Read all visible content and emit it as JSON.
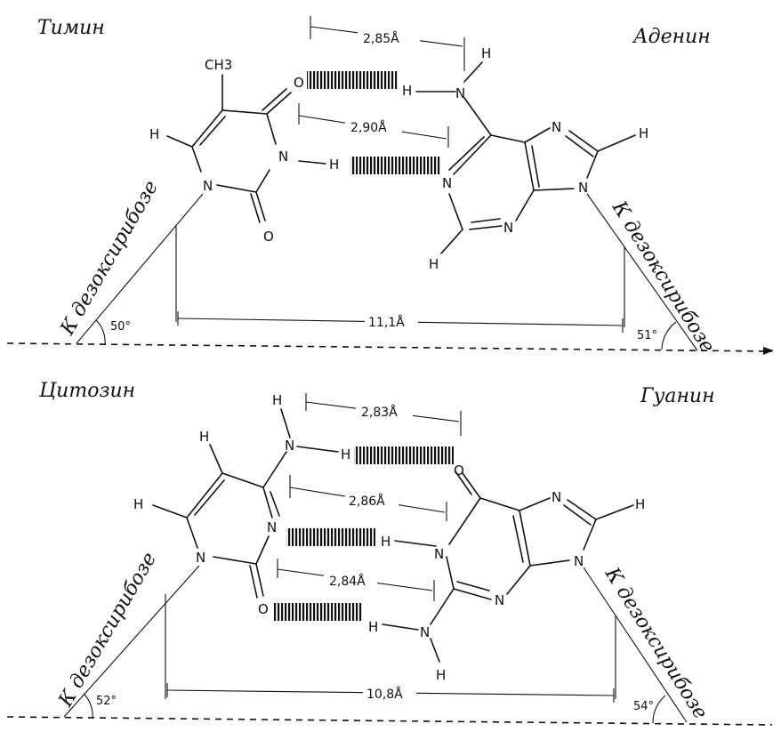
{
  "top_pair": {
    "left_base": "Тимин",
    "right_base": "Аденин",
    "left_sugar": "К дезоксирибозе",
    "right_sugar": "К дезоксирибозе",
    "dist_1": "2,85Å",
    "dist_2": "2,90Å",
    "width": "11,1Å",
    "angle_left": "50°",
    "angle_right": "51°",
    "atoms": {
      "ch3": "CH3",
      "o": "O",
      "h": "H",
      "n": "N"
    }
  },
  "bottom_pair": {
    "left_base": "Цитозин",
    "right_base": "Гуанин",
    "left_sugar": "К дезоксирибозе",
    "right_sugar": "К дезоксирибозе",
    "dist_1": "2,83Å",
    "dist_2": "2,86Å",
    "dist_3": "2,84Å",
    "width": "10,8Å",
    "angle_left": "52°",
    "angle_right": "54°",
    "atoms": {
      "o": "O",
      "h": "H",
      "n": "N"
    }
  }
}
